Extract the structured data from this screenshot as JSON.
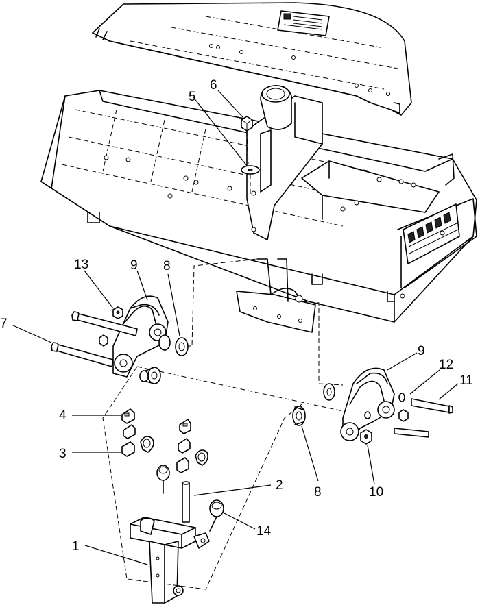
{
  "callouts": {
    "c1": "1",
    "c2": "2",
    "c3": "3",
    "c4": "4",
    "c5": "5",
    "c6": "6",
    "c7": "7",
    "c8a": "8",
    "c8b": "8",
    "c9a": "9",
    "c9b": "9",
    "c10": "10",
    "c11": "11",
    "c12": "12",
    "c13": "13",
    "c14": "14"
  },
  "colors": {
    "line": "#000000",
    "background": "#ffffff",
    "shade": "#bdbdbd"
  }
}
